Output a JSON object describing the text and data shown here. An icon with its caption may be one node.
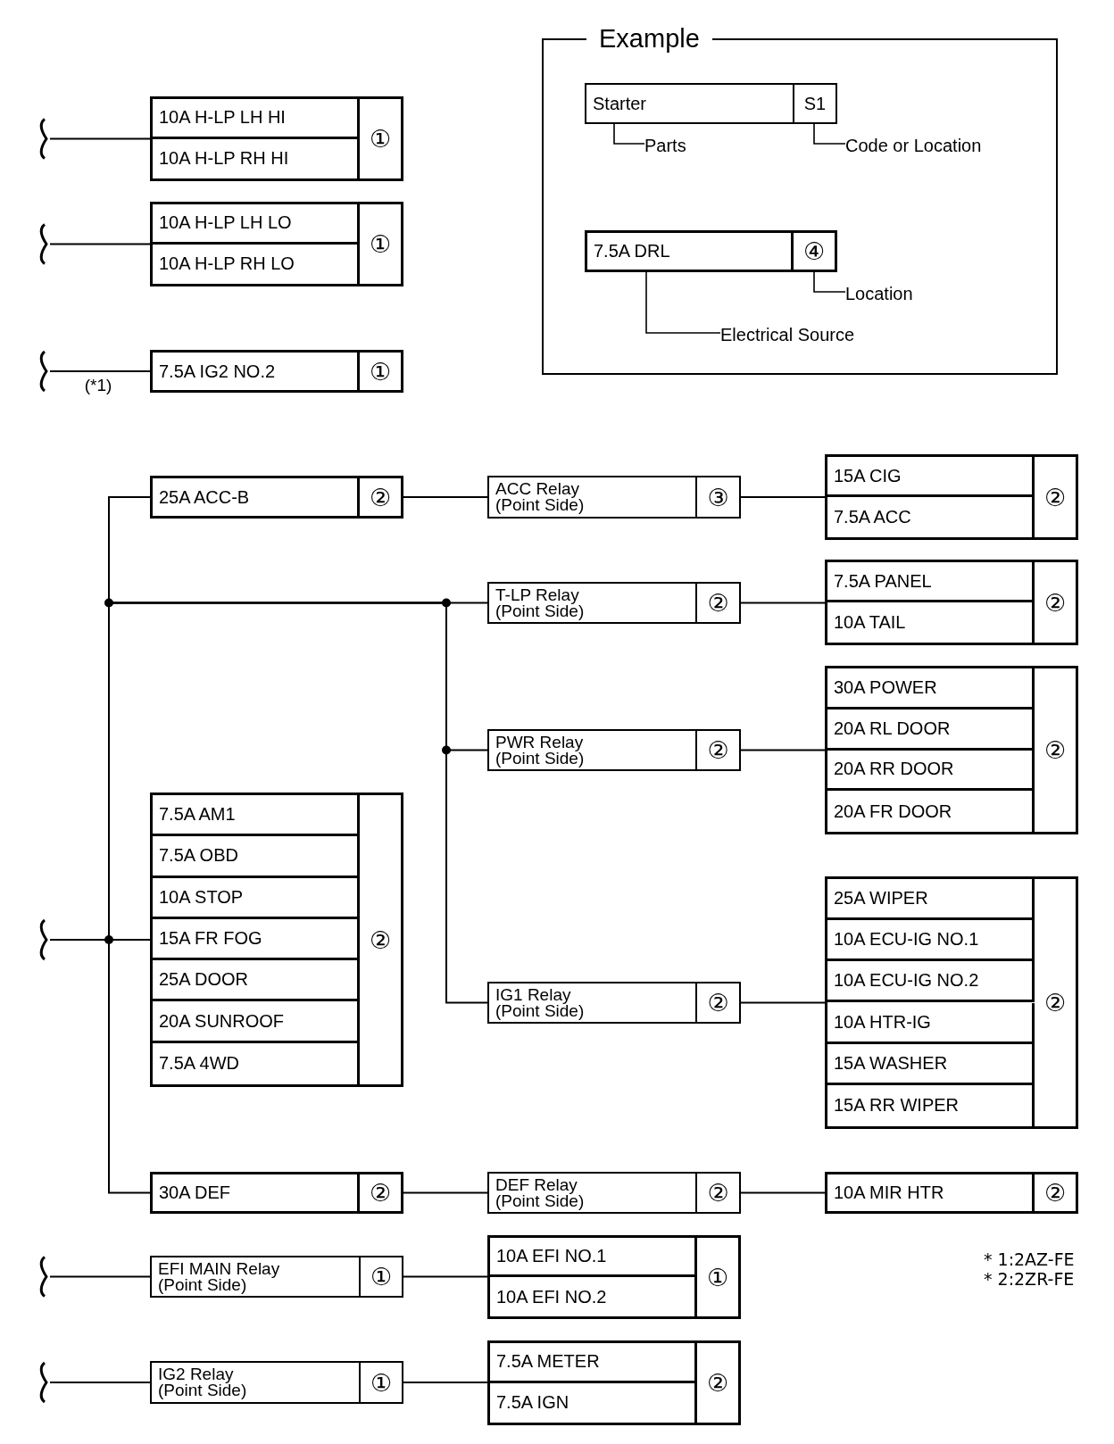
{
  "diagram": {
    "nodes": [
      {
        "text": [
          "Example"
        ]
      },
      {
        "text": [
          "Starter",
          "S1"
        ],
        "in": 0
      },
      {
        "text": [
          "Parts"
        ],
        "in": 0
      },
      {
        "text": [
          "Code or Location"
        ],
        "in": 0
      },
      {
        "text": [
          "7.5A DRL",
          "④"
        ],
        "in": 0
      },
      {
        "text": [
          "Location"
        ],
        "in": 0
      },
      {
        "text": [
          "Electrical Source"
        ],
        "in": 0
      },
      {
        "text": [
          "①"
        ]
      },
      {
        "text": [
          "10A H-LP LH HI"
        ],
        "in": 7
      },
      {
        "text": [
          "10A H-LP RH HI"
        ],
        "in": 7
      },
      {
        "text": [
          "①"
        ]
      },
      {
        "text": [
          "10A H-LP LH LO"
        ],
        "in": 10
      },
      {
        "text": [
          "10A H-LP RH LO"
        ],
        "in": 10
      },
      {
        "text": [
          "7.5A IG2 NO.2",
          "①"
        ]
      },
      {
        "text": [
          "25A ACC-B",
          "②"
        ]
      },
      {
        "text": [
          "ACC Relay (Point Side)",
          "③"
        ]
      },
      {
        "text": [
          "②"
        ]
      },
      {
        "text": [
          "15A CIG"
        ],
        "in": 16
      },
      {
        "text": [
          "7.5A ACC"
        ],
        "in": 16
      },
      {
        "text": [
          "T-LP Relay (Point Side)",
          "②"
        ]
      },
      {
        "text": [
          "②"
        ]
      },
      {
        "text": [
          "7.5A PANEL"
        ],
        "in": 20
      },
      {
        "text": [
          "10A TAIL"
        ],
        "in": 20
      },
      {
        "text": [
          "PWR Relay (Point Side)",
          "②"
        ]
      },
      {
        "text": [
          "②"
        ]
      },
      {
        "text": [
          "30A POWER"
        ],
        "in": 24
      },
      {
        "text": [
          "20A RL DOOR"
        ],
        "in": 24
      },
      {
        "text": [
          "20A RR DOOR"
        ],
        "in": 24
      },
      {
        "text": [
          "20A FR DOOR"
        ],
        "in": 24
      },
      {
        "text": [
          "②"
        ]
      },
      {
        "text": [
          "7.5A AM1"
        ],
        "in": 29
      },
      {
        "text": [
          "7.5A OBD"
        ],
        "in": 29
      },
      {
        "text": [
          "10A STOP"
        ],
        "in": 29
      },
      {
        "text": [
          "15A FR FOG"
        ],
        "in": 29
      },
      {
        "text": [
          "25A DOOR"
        ],
        "in": 29
      },
      {
        "text": [
          "20A SUNROOF"
        ],
        "in": 29
      },
      {
        "text": [
          "7.5A 4WD"
        ],
        "in": 29
      },
      {
        "text": [
          "IG1 Relay (Point Side)",
          "②"
        ]
      },
      {
        "text": [
          "②"
        ]
      },
      {
        "text": [
          "25A WIPER"
        ],
        "in": 38
      },
      {
        "text": [
          "10A ECU-IG NO.1"
        ],
        "in": 38
      },
      {
        "text": [
          "10A ECU-IG NO.2"
        ],
        "in": 38
      },
      {
        "text": [
          "10A HTR-IG"
        ],
        "in": 38
      },
      {
        "text": [
          "15A WASHER"
        ],
        "in": 38
      },
      {
        "text": [
          "15A RR WIPER"
        ],
        "in": 38
      },
      {
        "text": [
          "30A DEF",
          "②"
        ]
      },
      {
        "text": [
          "DEF Relay (Point Side)",
          "②"
        ]
      },
      {
        "text": [
          "10A MIR HTR",
          "②"
        ]
      },
      {
        "text": [
          "EFI MAIN Relay (Point Side)",
          "①"
        ]
      },
      {
        "text": [
          "①"
        ]
      },
      {
        "text": [
          "10A EFI NO.1"
        ],
        "in": 49
      },
      {
        "text": [
          "10A EFI NO.2"
        ],
        "in": 49
      },
      {
        "text": [
          "IG2 Relay (Point Side)",
          "①"
        ]
      },
      {
        "text": [
          "②"
        ]
      },
      {
        "text": [
          "7.5A METER"
        ],
        "in": 53
      },
      {
        "text": [
          "7.5A IGN"
        ],
        "in": 53
      }
    ],
    "edges": [
      {
        "from": 2,
        "to": 1,
        "arrow": "none"
      },
      {
        "from": 3,
        "to": 1,
        "arrow": "none"
      },
      {
        "from": 5,
        "to": 4,
        "arrow": "none"
      },
      {
        "from": 6,
        "to": 4,
        "arrow": "none"
      },
      {
        "from": null,
        "to": 7,
        "arrow": "none"
      },
      {
        "from": null,
        "to": 10,
        "arrow": "none"
      },
      {
        "from": null,
        "to": 13,
        "arrow": "none",
        "label": "(*1)"
      },
      {
        "from": null,
        "to": 14,
        "arrow": "none"
      },
      {
        "from": null,
        "to": 19,
        "arrow": "none"
      },
      {
        "from": null,
        "to": 23,
        "arrow": "none"
      },
      {
        "from": null,
        "to": 37,
        "arrow": "none"
      },
      {
        "from": null,
        "to": 45,
        "arrow": "none"
      },
      {
        "from": null,
        "to": 29,
        "arrow": "none"
      },
      {
        "from": 14,
        "to": 15,
        "arrow": "none"
      },
      {
        "from": 15,
        "to": 16,
        "arrow": "none"
      },
      {
        "from": 19,
        "to": 20,
        "arrow": "none"
      },
      {
        "from": 23,
        "to": 24,
        "arrow": "none"
      },
      {
        "from": 37,
        "to": 38,
        "arrow": "none"
      },
      {
        "from": 45,
        "to": 46,
        "arrow": "none"
      },
      {
        "from": 46,
        "to": 47,
        "arrow": "none"
      },
      {
        "from": null,
        "to": 48,
        "arrow": "none"
      },
      {
        "from": 48,
        "to": 49,
        "arrow": "none"
      },
      {
        "from": null,
        "to": 52,
        "arrow": "none"
      },
      {
        "from": 52,
        "to": 53,
        "arrow": "none"
      }
    ],
    "labels": [
      "* 1:2AZ-FE",
      "* 2:2ZR-FE"
    ]
  }
}
